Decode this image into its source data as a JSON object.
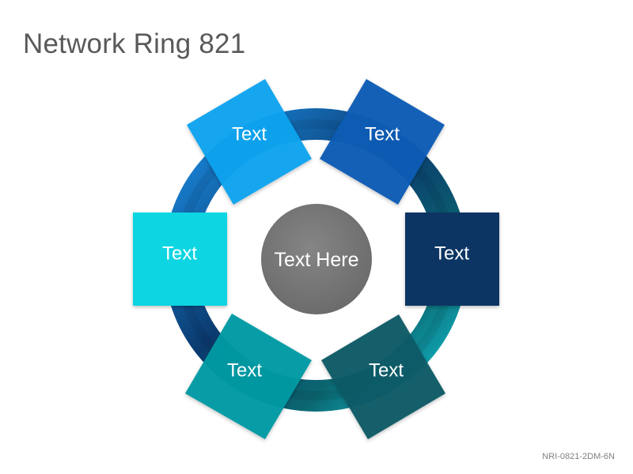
{
  "title": "Network Ring 821",
  "footer_code": "NRI-0821-2DM-6N",
  "center": {
    "label": "Text Here",
    "color": "#777777"
  },
  "colors": {
    "ring_blue": "#1e8fe0",
    "ring_dark": "#0b3560",
    "ring_teal": "#0b6670",
    "ring_cyan": "#12c5d4"
  },
  "nodes": [
    {
      "label": "Text",
      "color": "#0aa3ef"
    },
    {
      "label": "Text",
      "color": "#0a5cb5"
    },
    {
      "label": "Text",
      "color": "#0b3463"
    },
    {
      "label": "Text",
      "color": "#0a5a66"
    },
    {
      "label": "Text",
      "color": "#059aa3"
    },
    {
      "label": "Text",
      "color": "#0dd5e2"
    }
  ]
}
